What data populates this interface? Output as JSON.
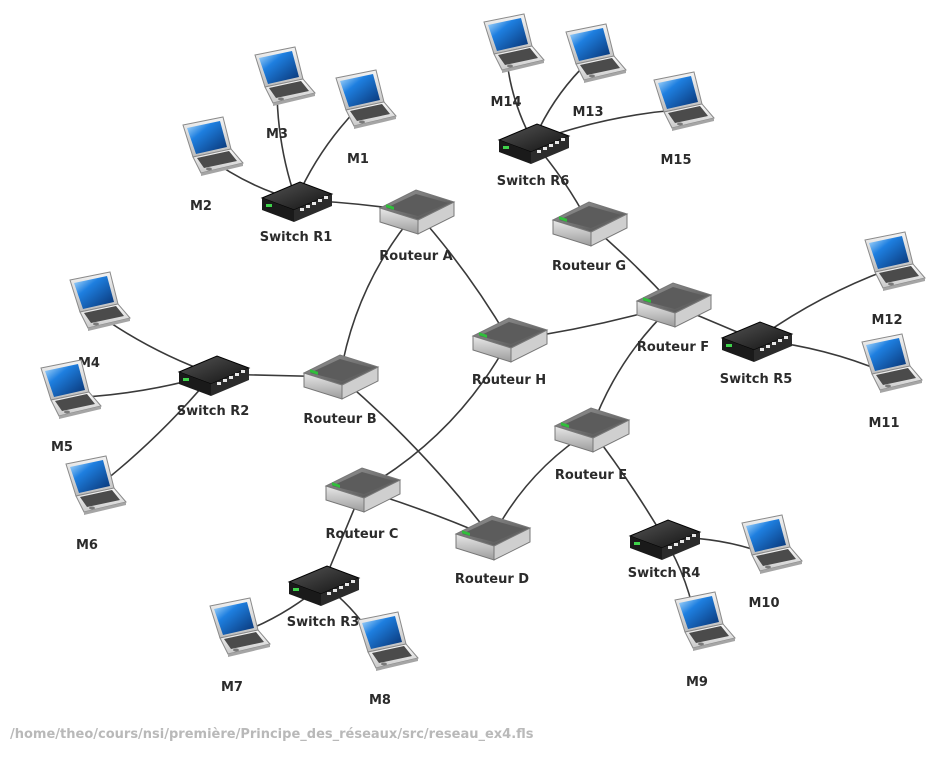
{
  "diagram": {
    "machines": [
      {
        "id": "M1",
        "label": "M1"
      },
      {
        "id": "M2",
        "label": "M2"
      },
      {
        "id": "M3",
        "label": "M3"
      },
      {
        "id": "M4",
        "label": "M4"
      },
      {
        "id": "M5",
        "label": "M5"
      },
      {
        "id": "M6",
        "label": "M6"
      },
      {
        "id": "M7",
        "label": "M7"
      },
      {
        "id": "M8",
        "label": "M8"
      },
      {
        "id": "M9",
        "label": "M9"
      },
      {
        "id": "M10",
        "label": "M10"
      },
      {
        "id": "M11",
        "label": "M11"
      },
      {
        "id": "M12",
        "label": "M12"
      },
      {
        "id": "M13",
        "label": "M13"
      },
      {
        "id": "M14",
        "label": "M14"
      },
      {
        "id": "M15",
        "label": "M15"
      }
    ],
    "switches": [
      {
        "id": "R1",
        "label": "Switch R1"
      },
      {
        "id": "R2",
        "label": "Switch R2"
      },
      {
        "id": "R3",
        "label": "Switch R3"
      },
      {
        "id": "R4",
        "label": "Switch R4"
      },
      {
        "id": "R5",
        "label": "Switch R5"
      },
      {
        "id": "R6",
        "label": "Switch R6"
      }
    ],
    "routers": [
      {
        "id": "A",
        "label": "Routeur A"
      },
      {
        "id": "B",
        "label": "Routeur B"
      },
      {
        "id": "C",
        "label": "Routeur C"
      },
      {
        "id": "D",
        "label": "Routeur D"
      },
      {
        "id": "E",
        "label": "Routeur E"
      },
      {
        "id": "F",
        "label": "Routeur F"
      },
      {
        "id": "G",
        "label": "Routeur G"
      },
      {
        "id": "H",
        "label": "Routeur H"
      }
    ],
    "links": [
      [
        "M1",
        "R1"
      ],
      [
        "M2",
        "R1"
      ],
      [
        "M3",
        "R1"
      ],
      [
        "R1",
        "A"
      ],
      [
        "M4",
        "R2"
      ],
      [
        "M5",
        "R2"
      ],
      [
        "M6",
        "R2"
      ],
      [
        "R2",
        "B"
      ],
      [
        "M7",
        "R3"
      ],
      [
        "M8",
        "R3"
      ],
      [
        "R3",
        "C"
      ],
      [
        "M9",
        "R4"
      ],
      [
        "M10",
        "R4"
      ],
      [
        "R4",
        "E"
      ],
      [
        "M11",
        "R5"
      ],
      [
        "M12",
        "R5"
      ],
      [
        "R5",
        "F"
      ],
      [
        "M13",
        "R6"
      ],
      [
        "M14",
        "R6"
      ],
      [
        "M15",
        "R6"
      ],
      [
        "R6",
        "G"
      ],
      [
        "A",
        "B"
      ],
      [
        "A",
        "H"
      ],
      [
        "B",
        "D"
      ],
      [
        "C",
        "D"
      ],
      [
        "C",
        "H"
      ],
      [
        "D",
        "E"
      ],
      [
        "E",
        "F"
      ],
      [
        "F",
        "H"
      ],
      [
        "F",
        "G"
      ]
    ]
  },
  "footer": {
    "file_path": "/home/theo/cours/nsi/première/Principe_des_réseaux/src/reseau_ex4.fls"
  }
}
